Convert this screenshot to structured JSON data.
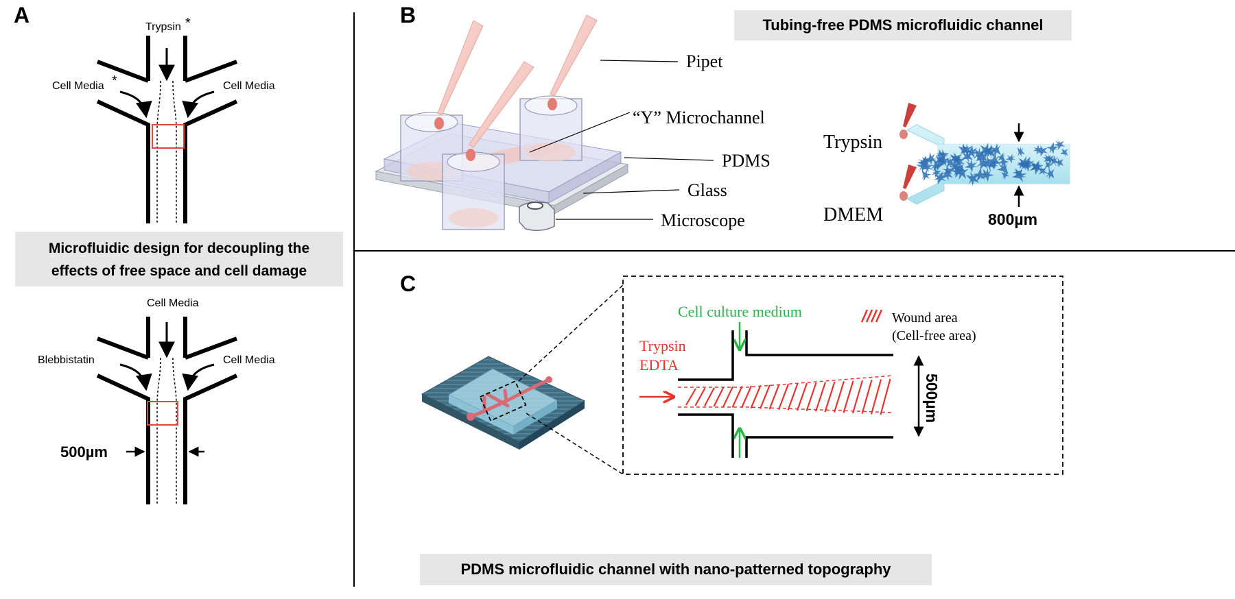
{
  "panels": {
    "a": {
      "letter": "A",
      "top_diagram": {
        "inlet_top": "Trypsin",
        "inlet_top_mark": "*",
        "inlet_left": "Cell Media",
        "inlet_left_mark": "*",
        "inlet_right": "Cell Media"
      },
      "caption_line1": "Microfluidic design for decoupling the",
      "caption_line2": "effects of free space and cell damage",
      "bottom_diagram": {
        "inlet_top": "Cell Media",
        "inlet_left": "Blebbistatin",
        "inlet_right": "Cell Media",
        "width_label": "500µm"
      }
    },
    "b": {
      "letter": "B",
      "caption": "Tubing-free PDMS microfluidic channel",
      "labels": {
        "pipet": "Pipet",
        "microchannel": "“Y” Microchannel",
        "pdms": "PDMS",
        "glass": "Glass",
        "microscope": "Microscope"
      },
      "inset": {
        "trypsin": "Trypsin",
        "dmem": "DMEM",
        "width_label": "800µm"
      }
    },
    "c": {
      "letter": "C",
      "caption": "PDMS microfluidic channel with nano-patterned topography",
      "labels": {
        "medium": "Cell culture medium",
        "trypsin_line1": "Trypsin",
        "trypsin_line2": "EDTA",
        "wound_line1": "Wound area",
        "wound_line2": "(Cell-free area)",
        "width_label": "500µm"
      }
    }
  },
  "colors": {
    "red_box": "#e0483f",
    "red_text": "#e8332d",
    "green_text": "#2db34a",
    "caption_bg": "#e6e6e6",
    "channel_blue": "#bfe9f2",
    "cell_blue": "#2f6fb3",
    "pipet_pink": "#f3c1bb"
  }
}
